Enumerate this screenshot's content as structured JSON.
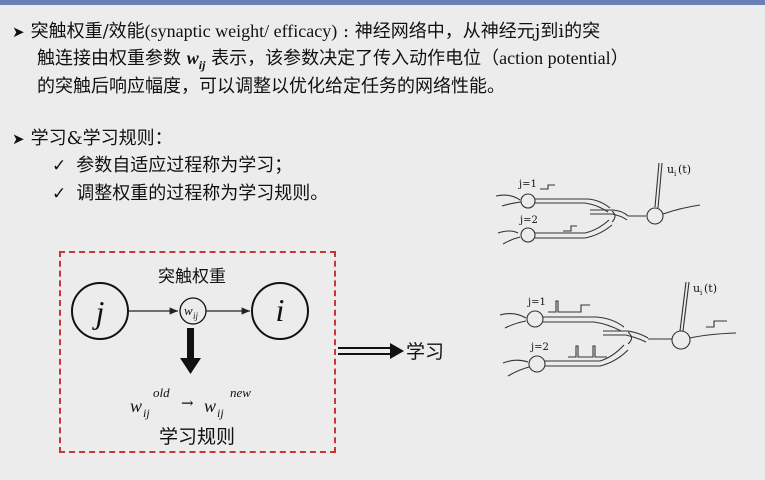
{
  "text": {
    "p1_term": "突触权重/效能",
    "p1_en": "(synaptic weight/ efficacy)",
    "p1_rest": " : 神经网络中，从神经元j到i的突",
    "p1_line2_a": "触连接由权重参数 ",
    "p1_w": "w",
    "p1_ij": "ij",
    "p1_line2_b": " 表示，该参数决定了传入动作电位（",
    "p1_ap": "action potential",
    "p1_line2_c": "）",
    "p1_line3": "的突触后响应幅度，可以调整以优化给定任务的网络性能。",
    "p2_head": "学习&学习规则：",
    "p2_item1": "参数自适应过程称为学习；",
    "p2_item2": "调整权重的过程称为学习规则。"
  },
  "diagram": {
    "node_j": "j",
    "node_i": "i",
    "weight_node": "w",
    "weight_sub": "ij",
    "edge_label": "突触权重",
    "formula_left": "w",
    "formula_left_sub": "ij",
    "formula_left_sup": "old",
    "formula_arrow": "→",
    "formula_right": "w",
    "formula_right_sub": "ij",
    "formula_right_sup": "new",
    "box_caption": "学习规则",
    "output_label": "学习"
  },
  "neuron_top": {
    "label_j1": "j=1",
    "label_j2": "j=2",
    "label_u": "u",
    "label_u_sub": "i",
    "label_u_t": "(t)"
  },
  "neuron_bottom": {
    "label_j1": "j=1",
    "label_j2": "j=2",
    "label_u": "u",
    "label_u_sub": "i",
    "label_u_t": "(t)"
  },
  "colors": {
    "dashed_border": "#c9363a",
    "top_bar": "#6a7fb3",
    "background": "#ececec"
  }
}
